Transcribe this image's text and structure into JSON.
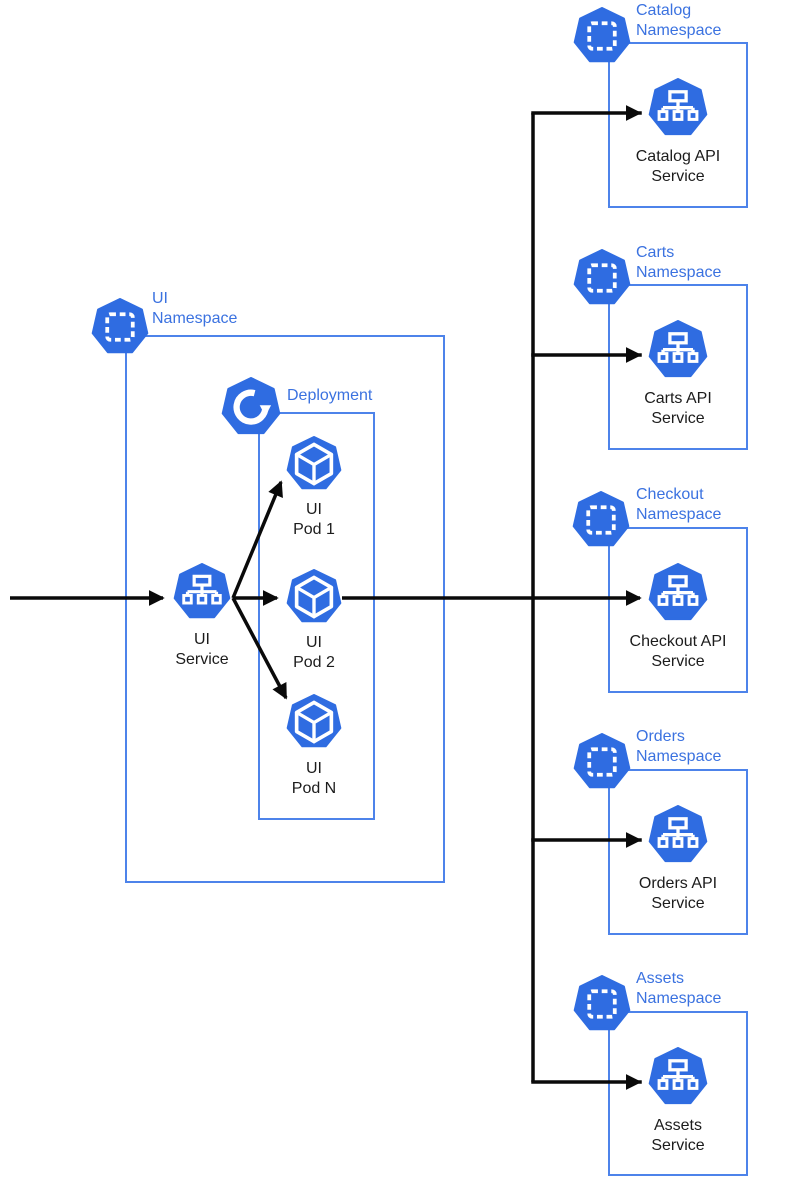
{
  "title": "Kubernetes UI to microservices namespaces diagram",
  "colors": {
    "icon_blue": "#2f6ce1",
    "box_border_blue": "#4d83ea",
    "label_blue": "#3b72e0",
    "text_dark": "#1c1c1c",
    "arrow_black": "#0a0a0a",
    "glyph_white": "#ffffff"
  },
  "icons": {
    "namespace": "k8s-namespace-heptagon-dashed-square-icon",
    "service": "k8s-service-heptagon-sitemap-icon",
    "pod": "k8s-pod-heptagon-cube-icon",
    "deployment": "k8s-deployment-heptagon-circular-arrow-icon"
  },
  "left": {
    "namespace_label": "UI\nNamespace",
    "service_label": "UI\nService",
    "deployment_label": "Deployment",
    "pods": [
      {
        "label": "UI\nPod 1"
      },
      {
        "label": "UI\nPod 2"
      },
      {
        "label": "UI\nPod N"
      }
    ]
  },
  "right_namespaces": [
    {
      "label": "Catalog\nNamespace",
      "service_label": "Catalog API\nService"
    },
    {
      "label": "Carts\nNamespace",
      "service_label": "Carts API\nService"
    },
    {
      "label": "Checkout\nNamespace",
      "service_label": "Checkout API\nService"
    },
    {
      "label": "Orders\nNamespace",
      "service_label": "Orders API\nService"
    },
    {
      "label": "Assets\nNamespace",
      "service_label": "Assets\nService"
    }
  ]
}
